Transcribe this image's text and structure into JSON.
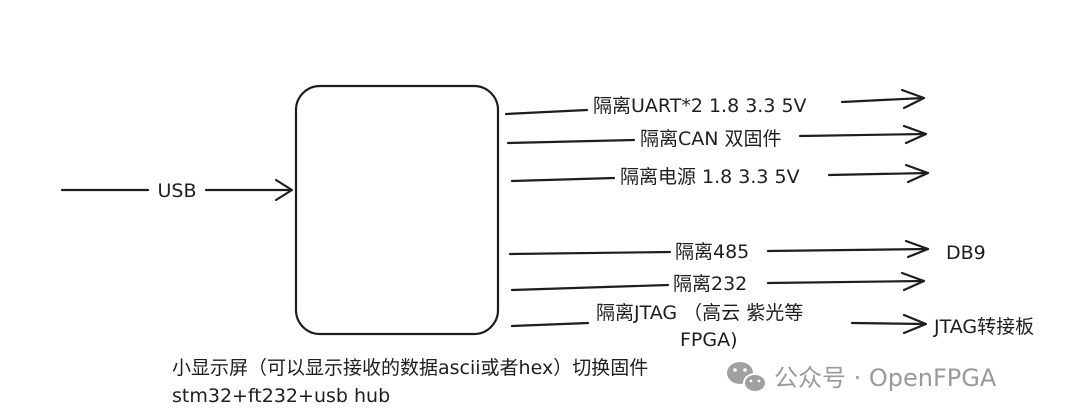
{
  "diagram": {
    "input_label": "USB",
    "outputs": [
      {
        "label": "隔离UART*2 1.8 3.3 5V",
        "target": ""
      },
      {
        "label": "隔离CAN 双固件",
        "target": ""
      },
      {
        "label": "隔离电源 1.8 3.3 5V",
        "target": ""
      },
      {
        "label": "隔离485",
        "target": "DB9"
      },
      {
        "label": "隔离232",
        "target": ""
      },
      {
        "label_line1": "隔离JTAG （高云 紫光等",
        "label_line2": "FPGA)",
        "target": "JTAG转接板"
      }
    ],
    "note_line1": "小显示屏（可以显示接收的数据ascii或者hex）切换固件",
    "note_line2": "stm32+ft232+usb hub"
  },
  "watermark": {
    "icon": "wechat-icon",
    "text": "公众号 · OpenFPGA"
  }
}
